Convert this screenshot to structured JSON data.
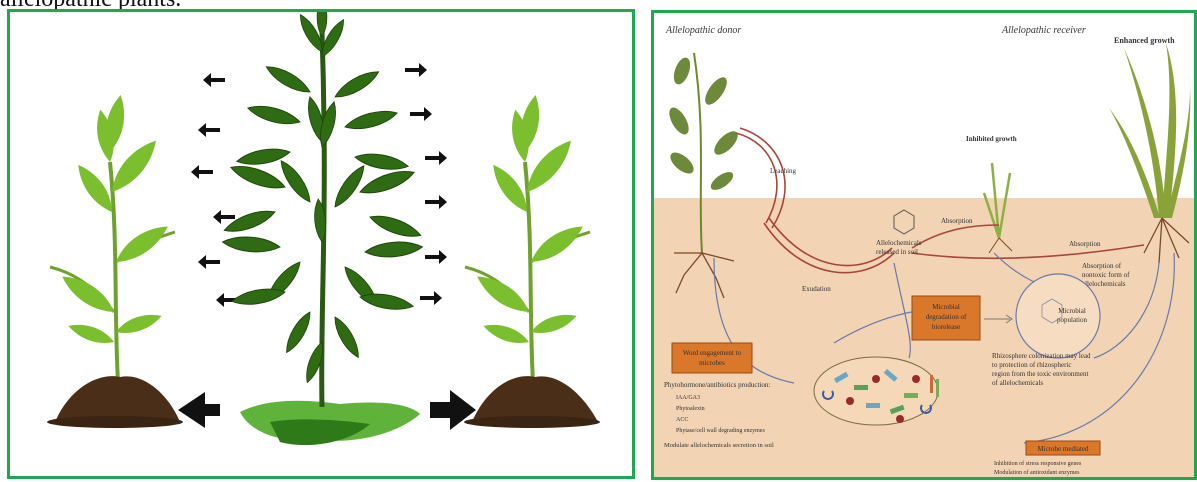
{
  "caption": "allelopathic plants.",
  "colors": {
    "frame": "#1fa84f",
    "leaf_dark": "#2e6b12",
    "leaf_light": "#8cc63f",
    "soil": "#5a3a1e",
    "soil_zone": "#f2d3b3",
    "root": "#7a4a2a",
    "orange_box": "#d9772b",
    "arrow_red": "#a8443a"
  },
  "icons": {
    "arrow": "arrow-icon",
    "benzene": "benzene-ring-icon"
  },
  "diagram": {
    "donor_title": "Allelopathic donor",
    "receiver_title": "Allelopathic receiver",
    "enhanced_growth": "Enhanced growth",
    "inhibited_growth": "Inhibited growth",
    "leaching": "Leaching",
    "exudation": "Exudation",
    "absorption_1": "Absorption",
    "absorption_2": "Absorption",
    "released_line1": "Allelochemicals",
    "released_line2": "released in soil",
    "absorb_nontoxic_line1": "Absorption of",
    "absorb_nontoxic_line2": "nontoxic form of",
    "absorb_nontoxic_line3": "allelochemicals",
    "microbial_degradation_line1": "Microbial",
    "microbial_degradation_line2": "degradation of",
    "microbial_degradation_line3": "biorelease",
    "microbial_population_line1": "Microbial",
    "microbial_population_line2": "population",
    "word_box_line1": "Word engagement to",
    "word_box_line2": "microbes",
    "phyto_heading": "Phytohormone/antibiotics production:",
    "phyto_items": [
      "IAA/GA3",
      "Phytoalexin",
      "ACC",
      "Phytase/cell wall degrading enzymes"
    ],
    "modulate_note": "Modulate allelochemicals secretion in soil",
    "rhizo_line1": "Rhizosphere colonization may lead",
    "rhizo_line2": "to protection of rhizospheric",
    "rhizo_line3": "region from the toxic environment",
    "rhizo_line4": "of allelochemicals",
    "microbe_mediated": "Microbe mediated",
    "inhibition_item": "Inhibition of stress responsive genes",
    "modulation_item": "Modulation of antioxidant enzymes"
  }
}
